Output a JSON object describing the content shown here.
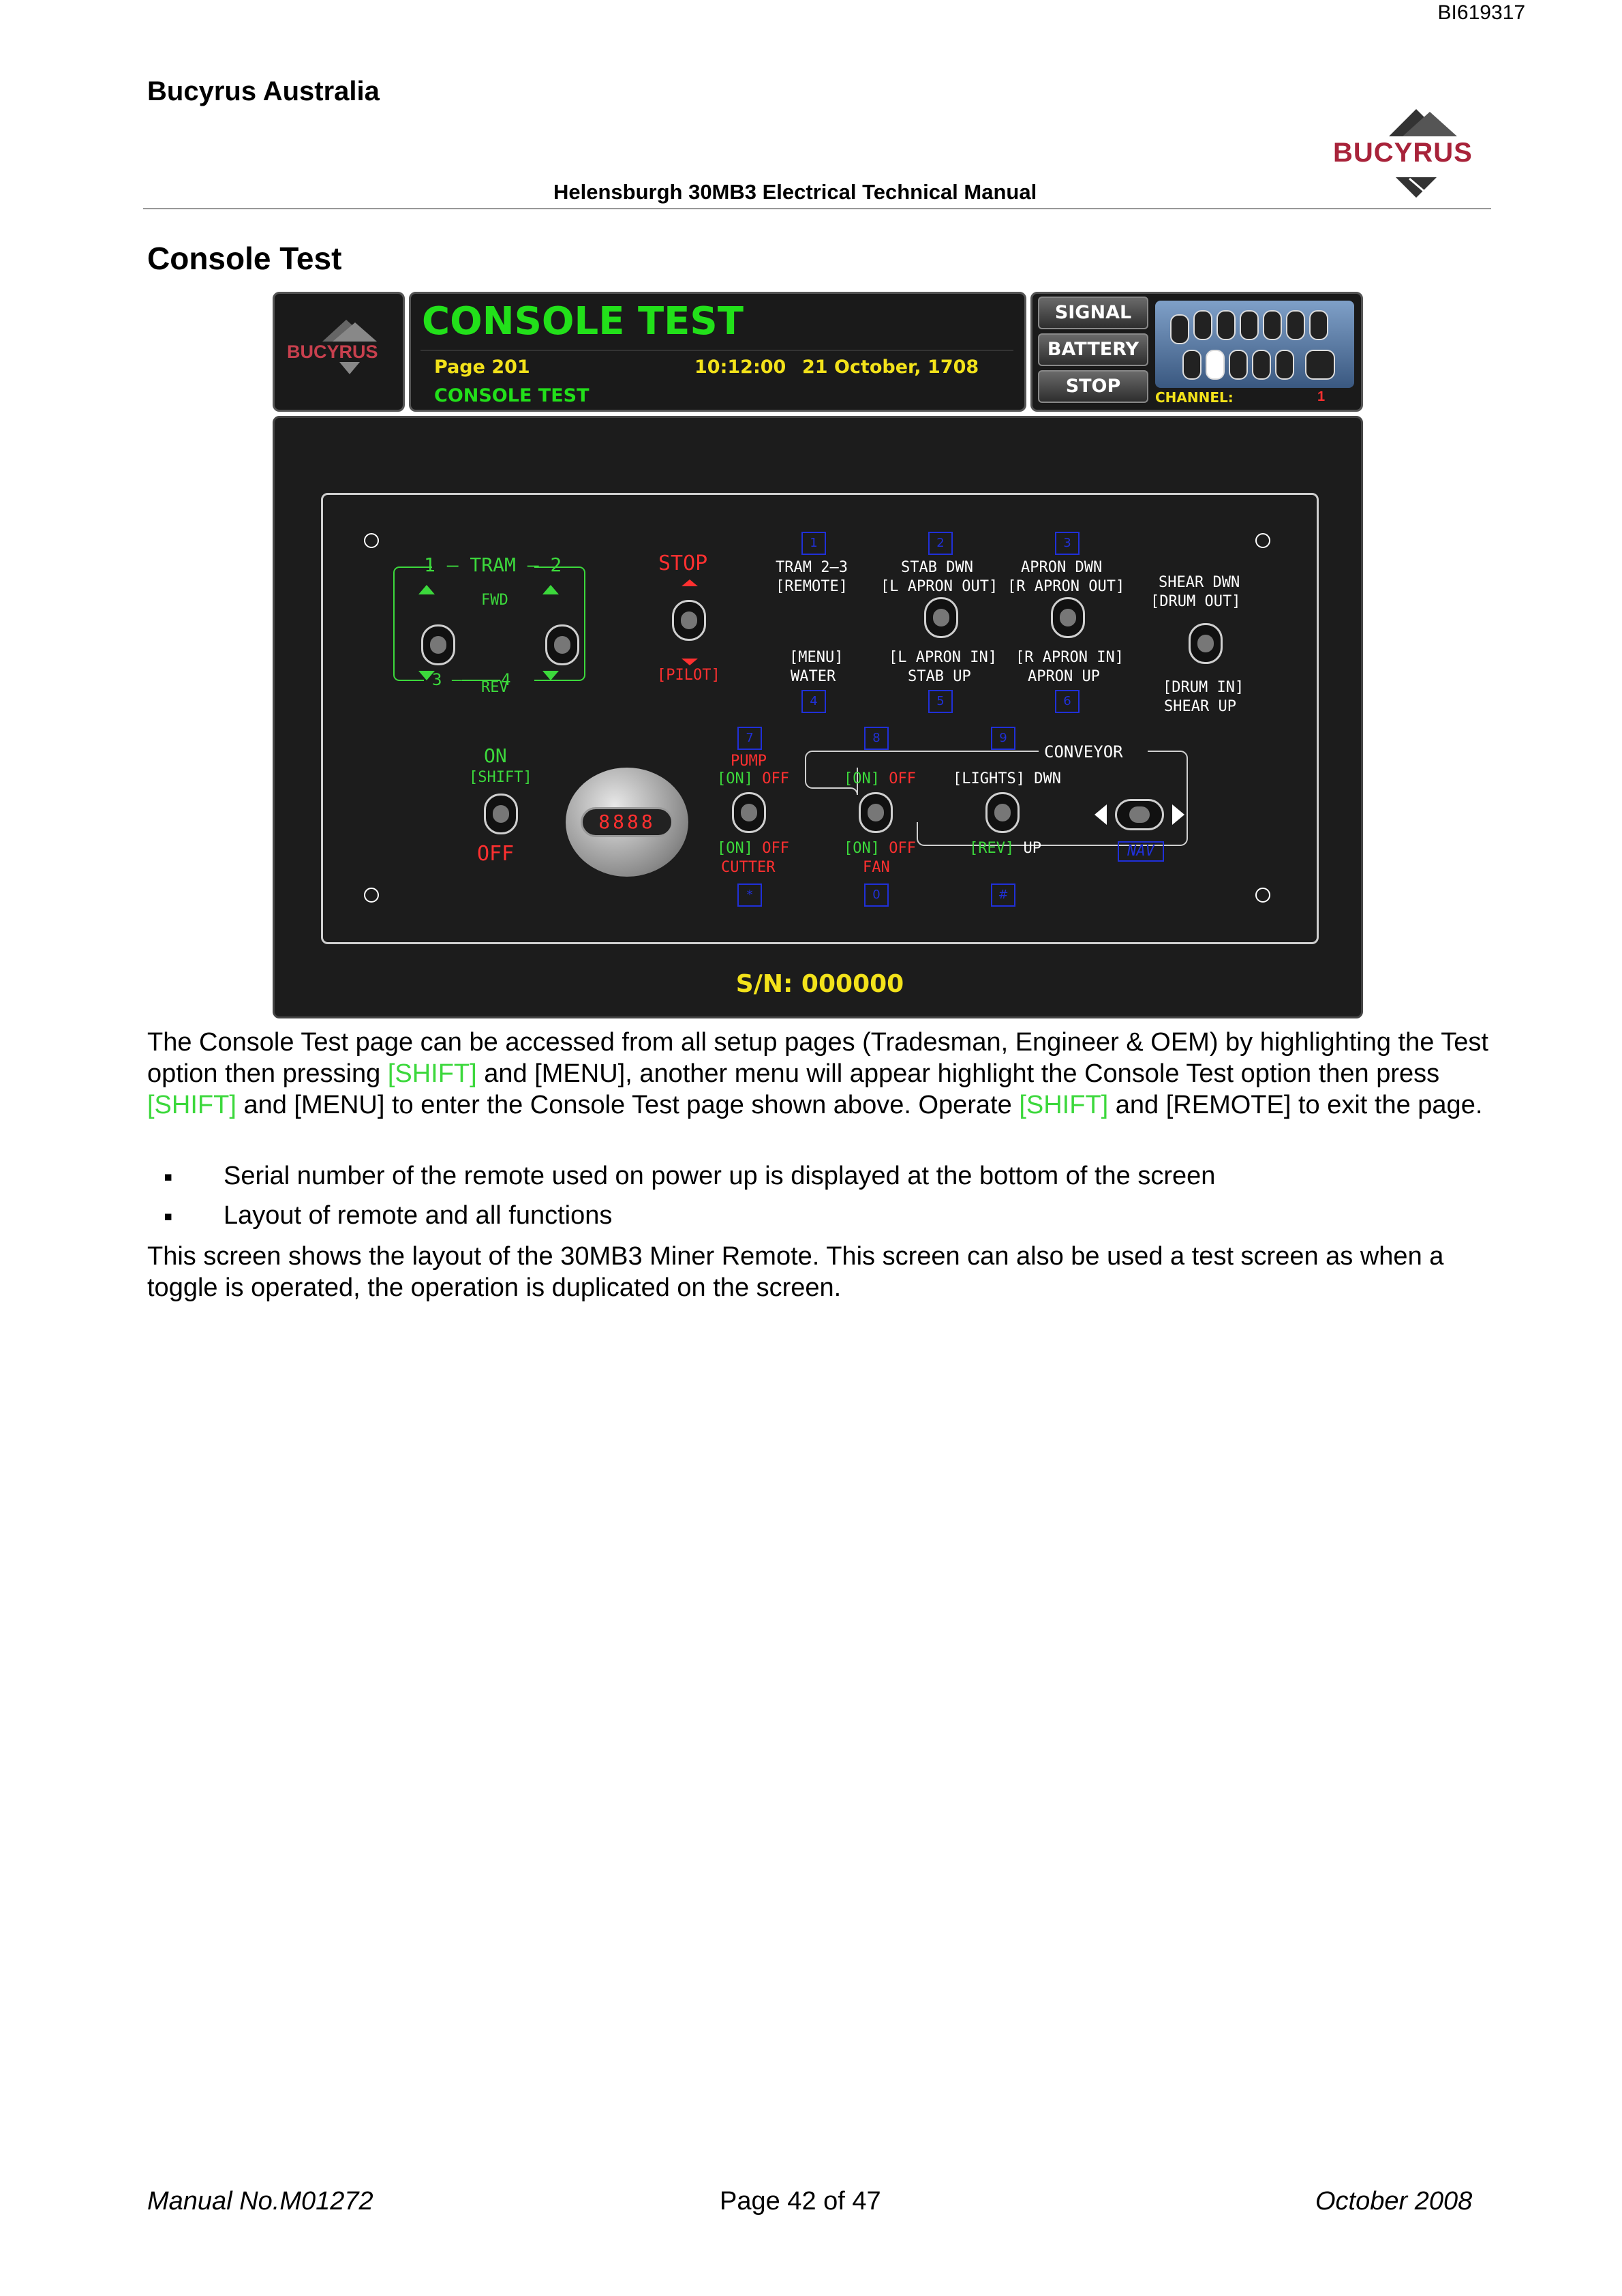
{
  "header": {
    "doc_id": "BI619317",
    "company": "Bucyrus Australia",
    "manual_title": "Helensburgh 30MB3 Electrical Technical Manual",
    "logo_text": "BUCYRUS"
  },
  "section_title": "Console Test",
  "screen": {
    "logo_text": "BUCYRUS",
    "title": "CONSOLE TEST",
    "page_label": "Page 201",
    "time": "10:12:00",
    "date": "21 October, 1708",
    "subtitle": "CONSOLE TEST",
    "buttons": {
      "signal": "SIGNAL",
      "battery": "BATTERY",
      "stop": "STOP"
    },
    "channel_label": "CHANNEL:",
    "channel_value": "1",
    "serial": "S/N: 000000",
    "labels": {
      "tram": "1 — TRAM — 2",
      "tram_bottom": "3 ———— 4",
      "fwd": "FWD",
      "rev": "REV",
      "stop": "STOP",
      "pilot": "[PILOT]",
      "tram23": "TRAM 2–3",
      "remote": "[REMOTE]",
      "menu": "[MENU]",
      "water": "WATER",
      "stab_dwn": "STAB DWN",
      "l_apron_out": "[L APRON OUT]",
      "l_apron_in": "[L APRON IN]",
      "stab_up": "STAB UP",
      "apron_dwn": "APRON DWN",
      "r_apron_out": "[R APRON OUT]",
      "r_apron_in": "[R APRON IN]",
      "apron_up": "APRON UP",
      "shear_dwn": "SHEAR DWN",
      "drum_out": "[DRUM OUT]",
      "drum_in": "[DRUM IN]",
      "shear_up": "SHEAR UP",
      "on": "ON",
      "shift": "[SHIFT]",
      "off": "OFF",
      "display": "8888",
      "pump": "PUMP",
      "pump_onoff": "[ON] OFF",
      "cutter_onoff": "[ON] OFF",
      "cutter": "CUTTER",
      "conveyor": "CONVEYOR",
      "conv_onoff": "[ON] OFF",
      "fan_onoff": "[ON] OFF",
      "fan": "FAN",
      "lights_dwn": "[LIGHTS] DWN",
      "rev_up": "[REV] UP",
      "nav": "NAV"
    },
    "keypad": [
      "1",
      "2",
      "3",
      "4",
      "5",
      "6",
      "7",
      "8",
      "9",
      "*",
      "0",
      "#"
    ]
  },
  "body": {
    "para1_a": "The Console Test page can be accessed from all setup pages (Tradesman, Engineer & OEM) by highlighting the Test option then pressing ",
    "shift1": "[SHIFT]",
    "para1_b": " and [MENU], another menu will appear highlight the Console Test option then press ",
    "shift2": "[SHIFT]",
    "para1_c": " and [MENU] to enter the Console Test page shown above. Operate ",
    "shift3": "[SHIFT]",
    "para1_d": " and [REMOTE] to exit the page.",
    "bullets": [
      "Serial number of the remote used on power up is displayed at the bottom of the screen",
      "Layout of remote and all functions"
    ],
    "para2": "This screen shows the layout of the 30MB3 Miner Remote. This screen can also be used a test screen as when a toggle is operated, the operation is duplicated on the screen."
  },
  "footer": {
    "manual_no": "Manual No.M01272",
    "page": "Page 42 of 47",
    "date": "October 2008"
  }
}
